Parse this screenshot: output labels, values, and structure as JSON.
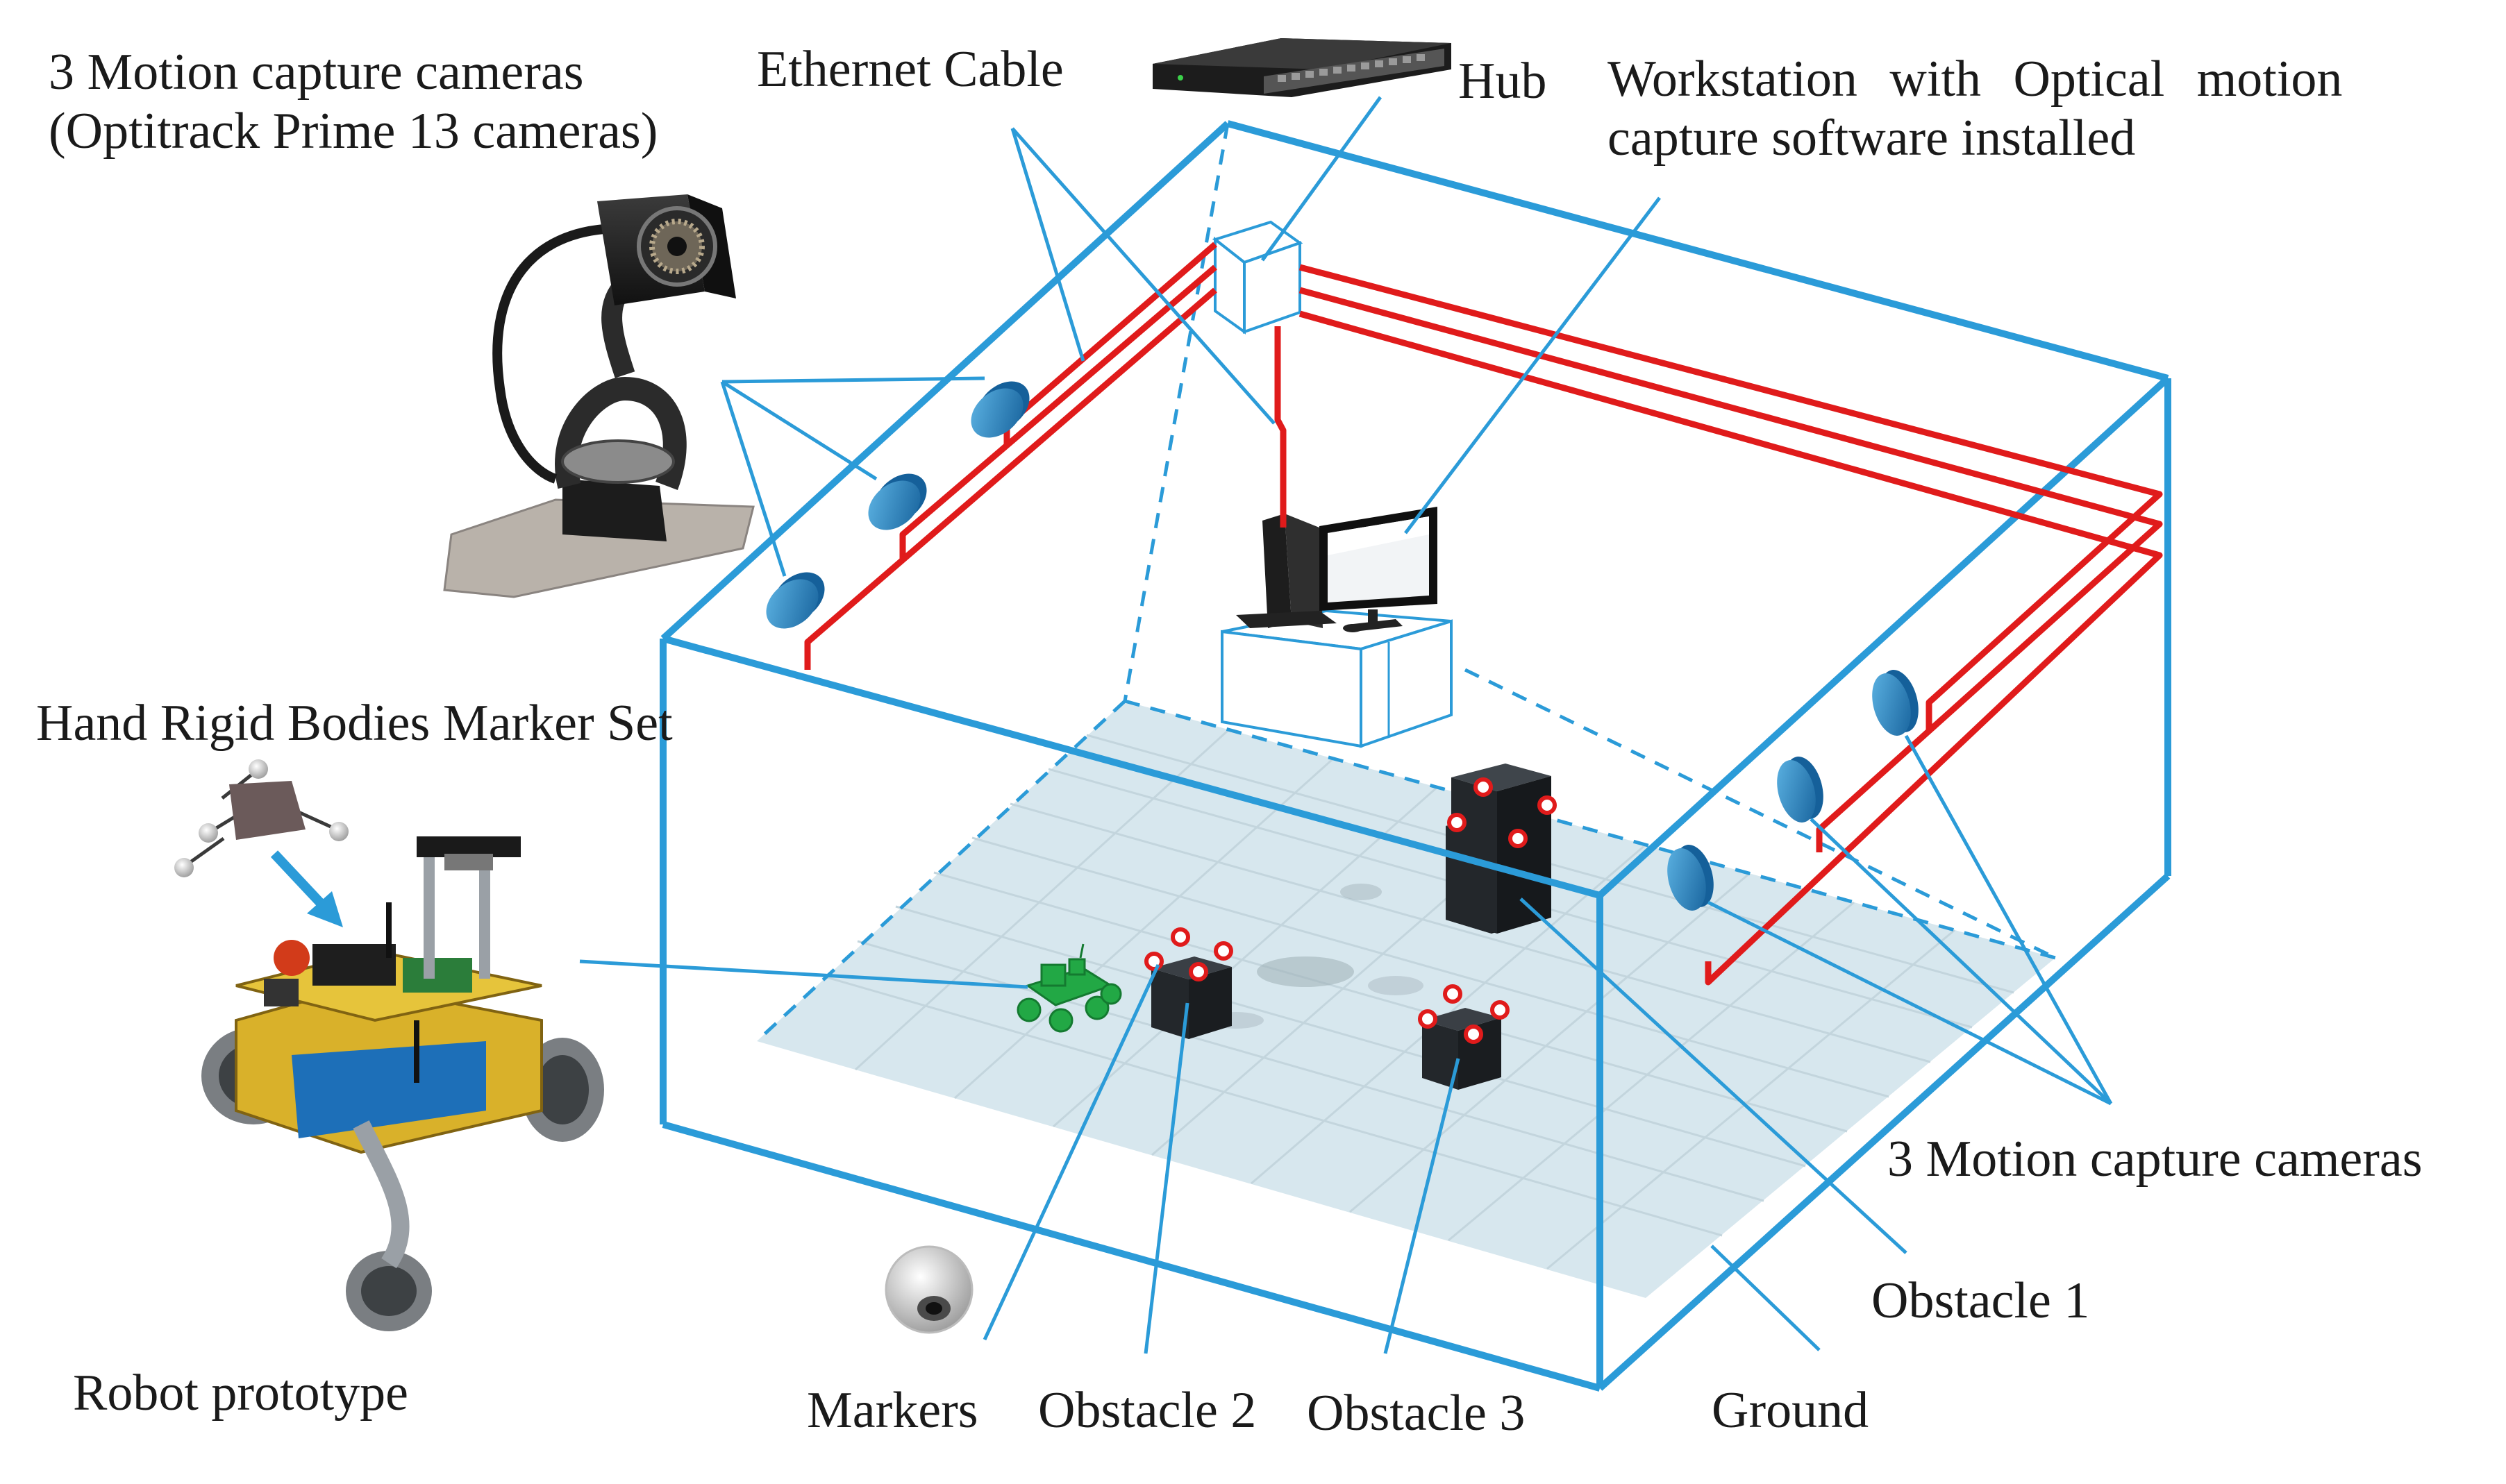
{
  "labels": {
    "cameras_left_line1": "3 Motion capture cameras",
    "cameras_left_line2": "(Optitrack Prime 13 cameras)",
    "ethernet_cable": "Ethernet Cable",
    "hub": "Hub",
    "workstation_line1": "Workstation with Optical motion",
    "workstation_line2": "capture software installed",
    "hand_marker_set": "Hand Rigid Bodies Marker Set",
    "robot_prototype": "Robot prototype",
    "markers": "Markers",
    "obstacle_2": "Obstacle 2",
    "obstacle_3": "Obstacle 3",
    "obstacle_1": "Obstacle 1",
    "ground": "Ground",
    "cameras_right": "3 Motion capture cameras"
  },
  "colors": {
    "frame": "#2b9bd8",
    "cable": "#e01b1b",
    "camera": "#1f86c8",
    "floor": "#d7e7ee",
    "obstacle": "#25292e",
    "marker": "#e01b1b",
    "robot_model": "#22a845",
    "text": "#1a1a1a"
  }
}
